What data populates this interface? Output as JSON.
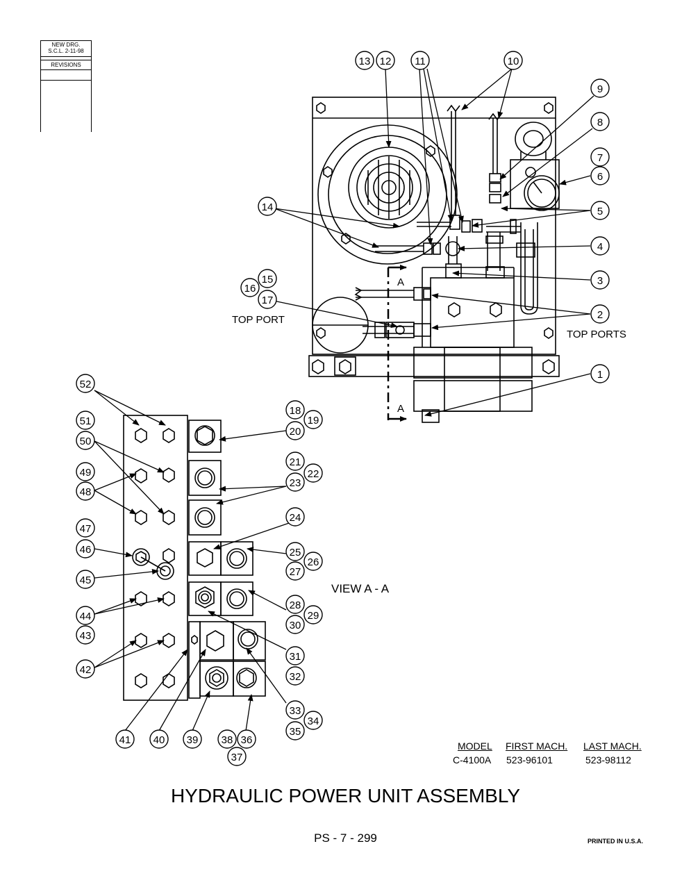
{
  "revision_box": {
    "line1": "NEW DRG.",
    "line2": "S.C.L.  2-11-98",
    "revisions": "REVISIONS"
  },
  "labels": {
    "top_port": "TOP PORT",
    "top_ports": "TOP PORTS",
    "view_title": "VIEW A - A",
    "section_letter_top": "A",
    "section_letter_bottom": "A"
  },
  "callouts_upper": [
    "1",
    "2",
    "3",
    "4",
    "5",
    "6",
    "7",
    "8",
    "9",
    "10",
    "11",
    "12",
    "13",
    "14",
    "15",
    "16",
    "17"
  ],
  "callouts_lower": [
    "18",
    "19",
    "20",
    "21",
    "22",
    "23",
    "24",
    "25",
    "26",
    "27",
    "28",
    "29",
    "30",
    "31",
    "32",
    "33",
    "34",
    "35",
    "36",
    "37",
    "38",
    "39",
    "40",
    "41",
    "42",
    "43",
    "44",
    "45",
    "46",
    "47",
    "48",
    "49",
    "50",
    "51",
    "52"
  ],
  "model_table": {
    "headers": [
      "MODEL",
      "FIRST MACH.",
      "LAST MACH."
    ],
    "row": [
      "C-4100A",
      "523-96101",
      "523-98112"
    ]
  },
  "title": "HYDRAULIC POWER UNIT ASSEMBLY",
  "page_number": "PS - 7 - 299",
  "printed": "PRINTED IN U.S.A."
}
